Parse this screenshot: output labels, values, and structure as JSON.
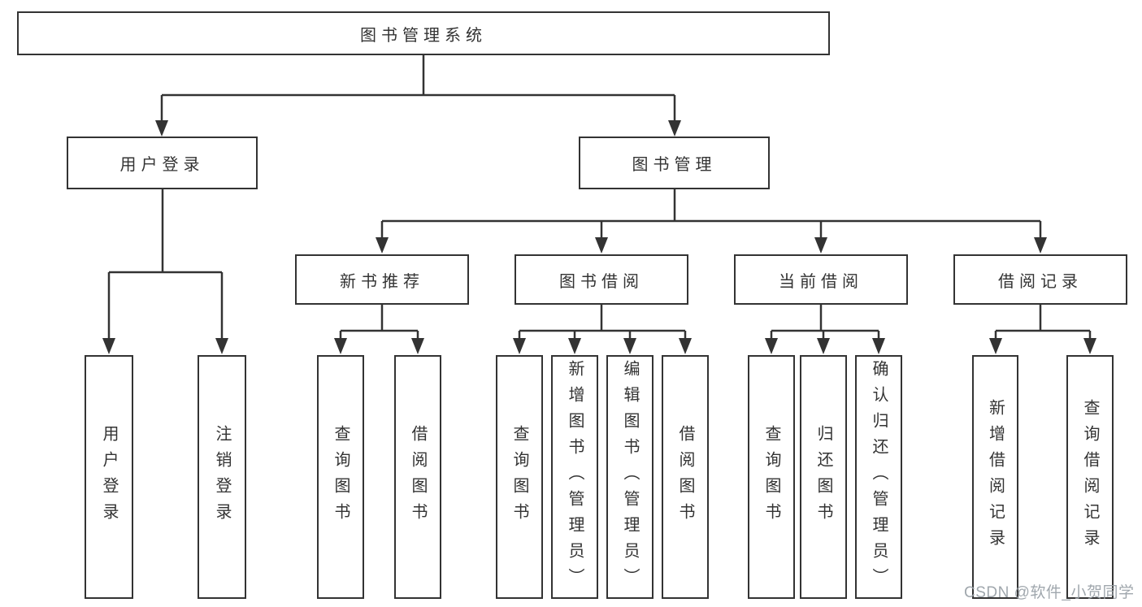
{
  "tree": {
    "label": "图书管理系统",
    "children": [
      {
        "label": "用户登录",
        "children": [
          {
            "label": "用户登录"
          },
          {
            "label": "注销登录"
          }
        ]
      },
      {
        "label": "图书管理",
        "children": [
          {
            "label": "新书推荐",
            "children": [
              {
                "label": "查询图书"
              },
              {
                "label": "借阅图书"
              }
            ]
          },
          {
            "label": "图书借阅",
            "children": [
              {
                "label": "查询图书"
              },
              {
                "label": "新增图书（管理员）"
              },
              {
                "label": "编辑图书（管理员）"
              },
              {
                "label": "借阅图书"
              }
            ]
          },
          {
            "label": "当前借阅",
            "children": [
              {
                "label": "查询图书"
              },
              {
                "label": "归还图书"
              },
              {
                "label": "确认归还（管理员）"
              }
            ]
          },
          {
            "label": "借阅记录",
            "children": [
              {
                "label": "新增借阅记录"
              },
              {
                "label": "查询借阅记录"
              }
            ]
          }
        ]
      }
    ]
  },
  "watermark": {
    "text": "CSDN @软件_小贺同学",
    "color": "#989fa6"
  },
  "colors": {
    "line": "#333333",
    "box_border": "#333333",
    "text": "#333333",
    "background": "#ffffff"
  }
}
